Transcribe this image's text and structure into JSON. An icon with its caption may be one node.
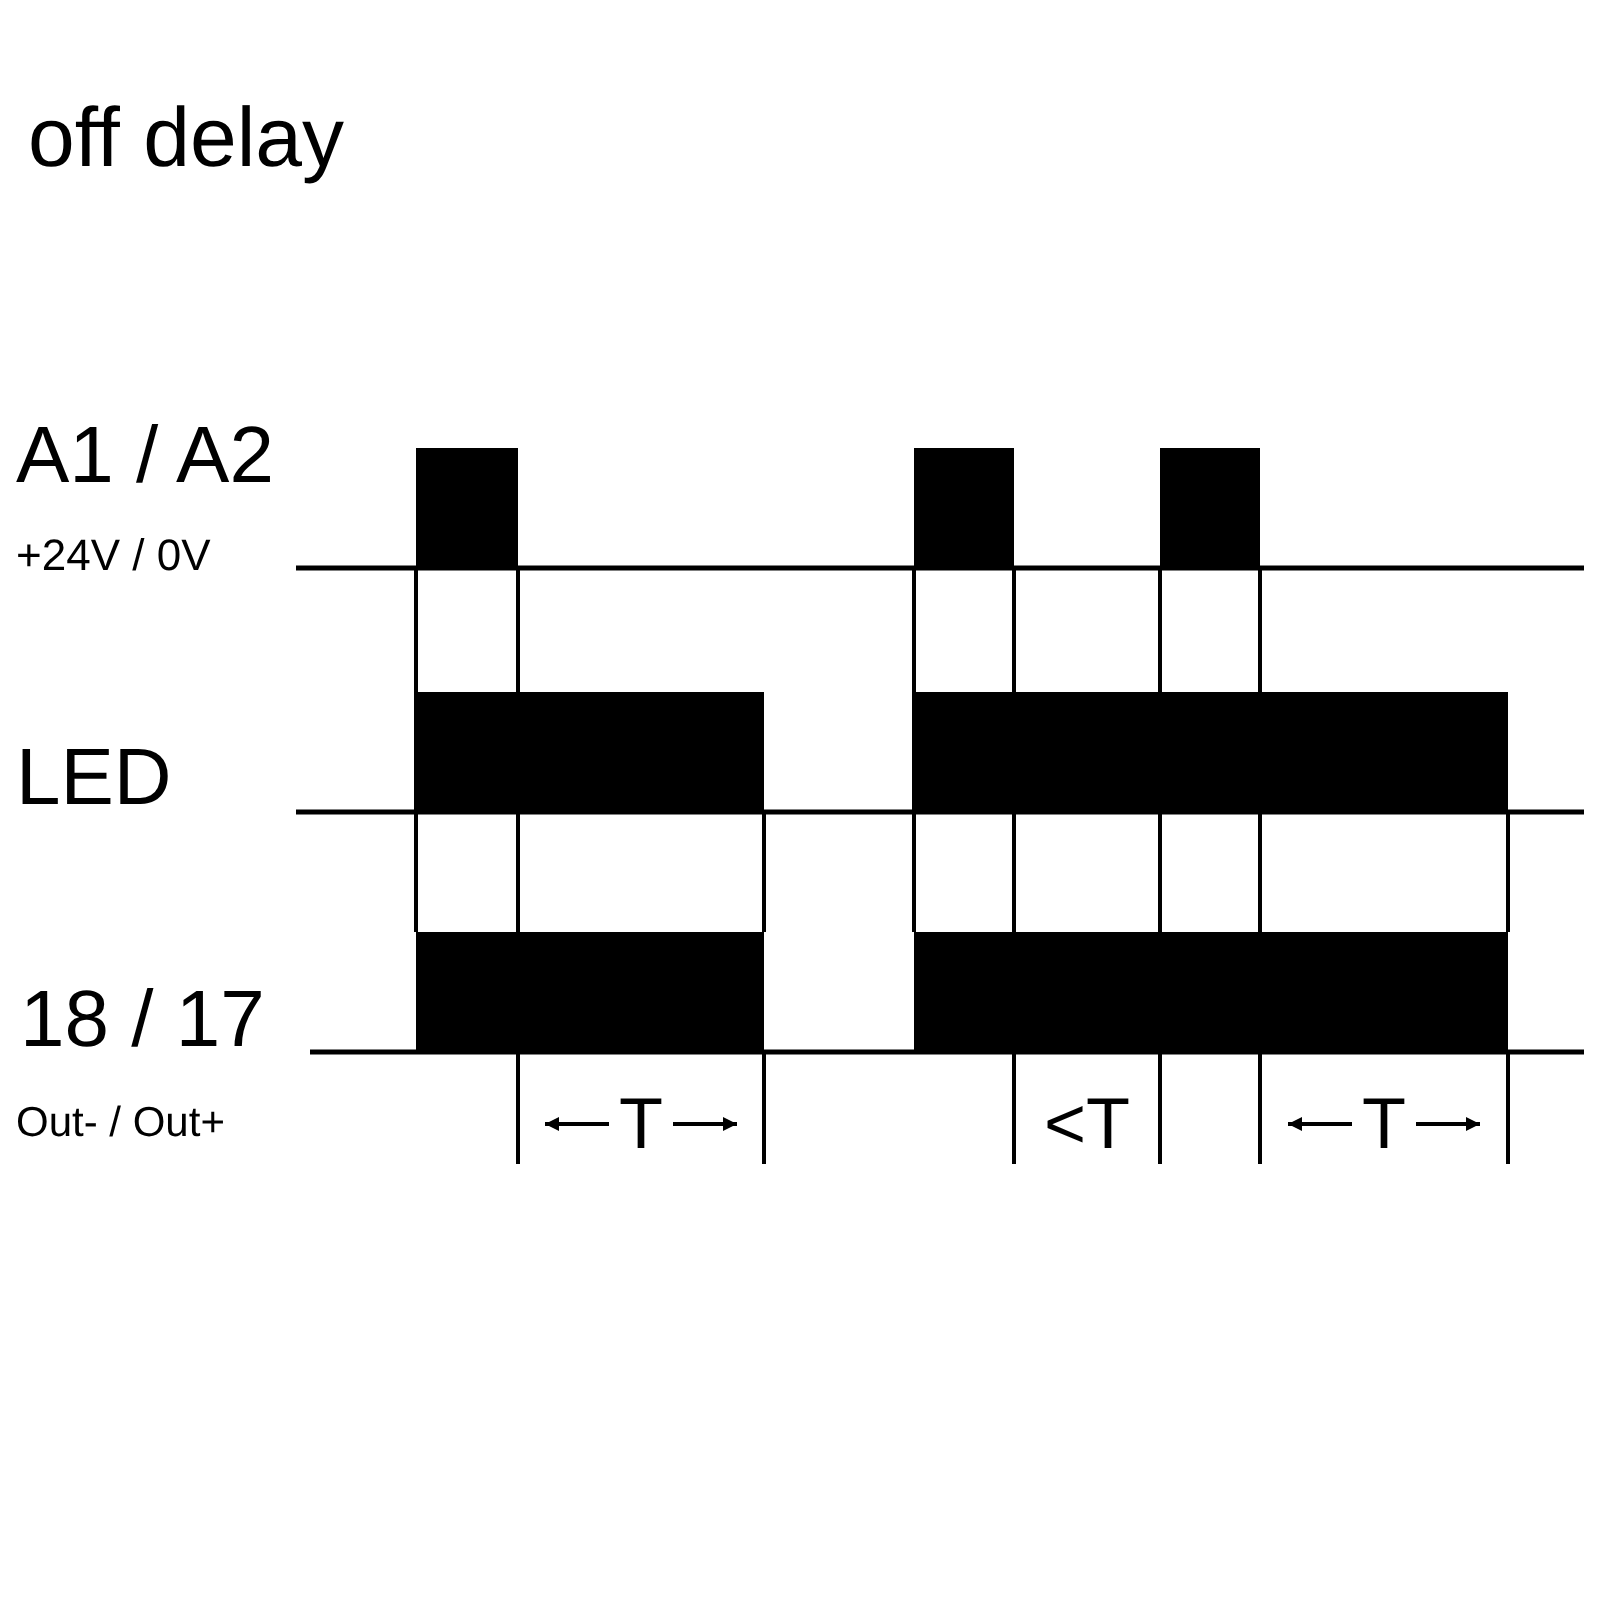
{
  "diagram": {
    "title": "off delay",
    "labels": [
      "A1 / A2",
      "+24V / 0V",
      "LED",
      "18 / 17",
      "Out- / Out+",
      "T",
      "<T",
      "T"
    ]
  }
}
